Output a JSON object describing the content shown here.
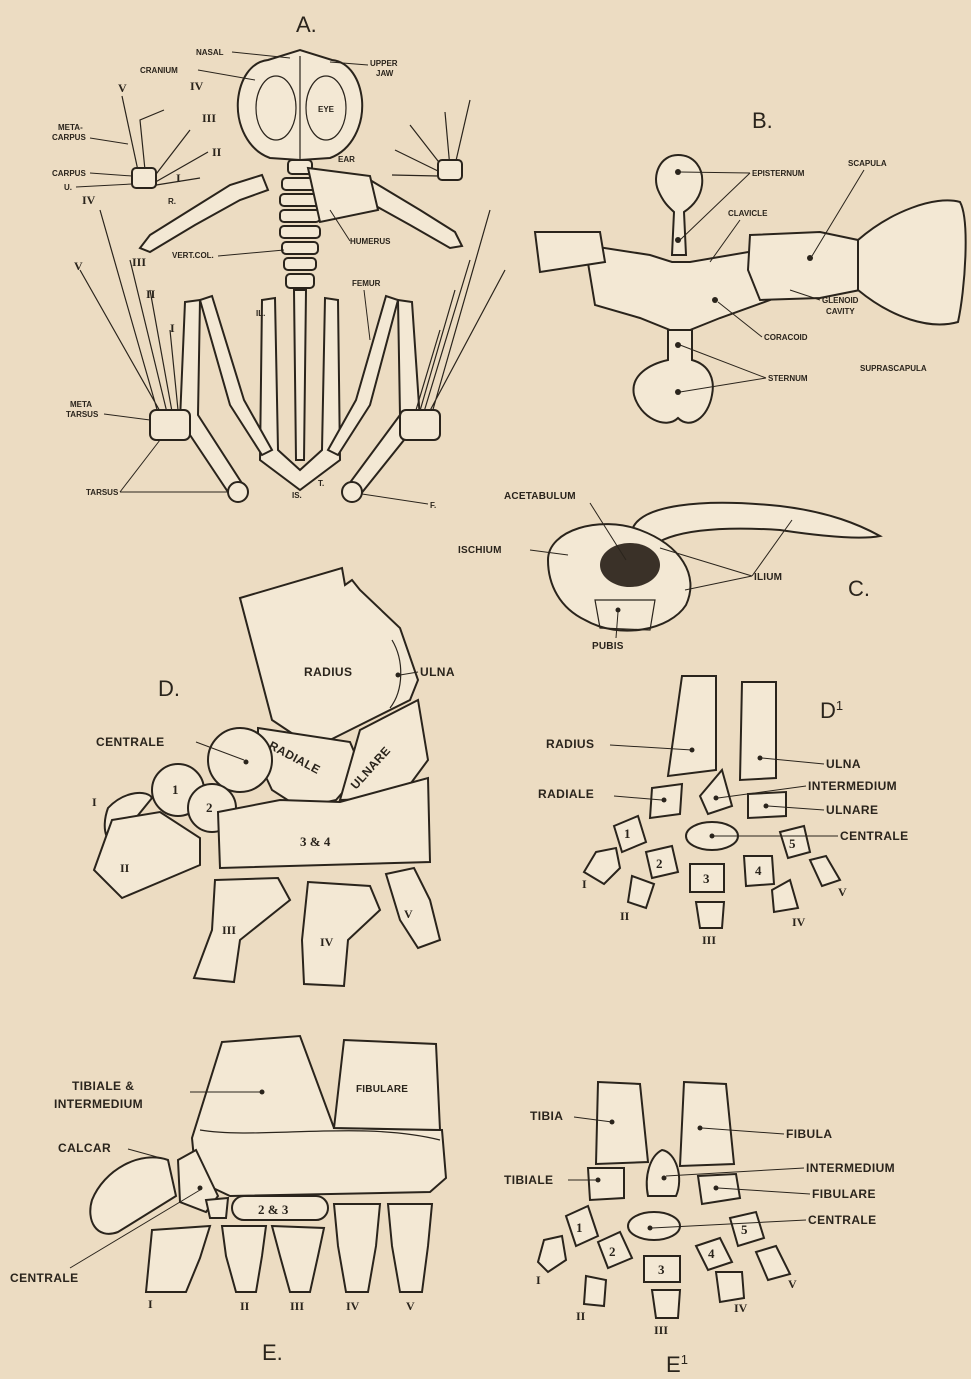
{
  "panels": {
    "A": "A.",
    "B": "B.",
    "C": "C.",
    "D": "D.",
    "D1": "D",
    "D1_sup": "1",
    "E": "E.",
    "E1": "E",
    "E1_sup": "1"
  },
  "panel_a": {
    "nasal": "NASAL",
    "cranium": "CRANIUM",
    "upper_jaw_1": "UPPER",
    "upper_jaw_2": "JAW",
    "eye": "EYE",
    "ear": "EAR",
    "metacarpus_1": "META-",
    "metacarpus_2": "CARPUS",
    "carpus": "CARPUS",
    "u": "U.",
    "r": "R.",
    "humerus": "HUMERUS",
    "vert_col": "VERT.COL.",
    "il": "IL.",
    "femur": "FEMUR",
    "metatarsus_1": "META",
    "metatarsus_2": "TARSUS",
    "tarsus": "TARSUS",
    "is": "IS.",
    "t": "T.",
    "f": "F.",
    "digits_hand": [
      "V",
      "IV",
      "III",
      "II",
      "I"
    ],
    "digits_foot": [
      "IV",
      "V",
      "III",
      "II",
      "I"
    ]
  },
  "panel_b": {
    "episternum": "EPISTERNUM",
    "scapula": "SCAPULA",
    "clavicle": "CLAVICLE",
    "glenoid_1": "GLENOID",
    "glenoid_2": "CAVITY",
    "coracoid": "CORACOID",
    "sternum": "STERNUM",
    "suprascapula": "SUPRASCAPULA"
  },
  "panel_c": {
    "acetabulum": "ACETABULUM",
    "ischium": "ISCHIUM",
    "ilium": "ILIUM",
    "pubis": "PUBIS"
  },
  "panel_d": {
    "radius": "RADIUS",
    "ulna": "ULNA",
    "centrale": "CENTRALE",
    "radiale": "RADIALE",
    "ulnare": "ULNARE",
    "carpal_1": "1",
    "carpal_2": "2",
    "carpal_34": "3 & 4",
    "digits": [
      "I",
      "II",
      "III",
      "IV",
      "V"
    ]
  },
  "panel_d1": {
    "radius": "RADIUS",
    "ulna": "ULNA",
    "radiale": "RADIALE",
    "intermedium": "INTERMEDIUM",
    "ulnare": "ULNARE",
    "centrale": "CENTRALE",
    "carpals": [
      "1",
      "2",
      "3",
      "4",
      "5"
    ],
    "digits": [
      "I",
      "II",
      "III",
      "IV",
      "V"
    ]
  },
  "panel_e": {
    "tibiale_1": "TIBIALE &",
    "tibiale_2": "INTERMEDIUM",
    "fibulare": "FIBULARE",
    "calcar": "CALCAR",
    "centrale": "CENTRALE",
    "tarsal_23": "2 & 3",
    "digits": [
      "I",
      "II",
      "III",
      "IV",
      "V"
    ]
  },
  "panel_e1": {
    "tibia": "TIBIA",
    "fibula": "FIBULA",
    "tibiale": "TIBIALE",
    "intermedium": "INTERMEDIUM",
    "fibulare": "FIBULARE",
    "centrale": "CENTRALE",
    "tarsals": [
      "1",
      "2",
      "3",
      "4",
      "5"
    ],
    "digits": [
      "I",
      "II",
      "III",
      "IV",
      "V"
    ]
  }
}
